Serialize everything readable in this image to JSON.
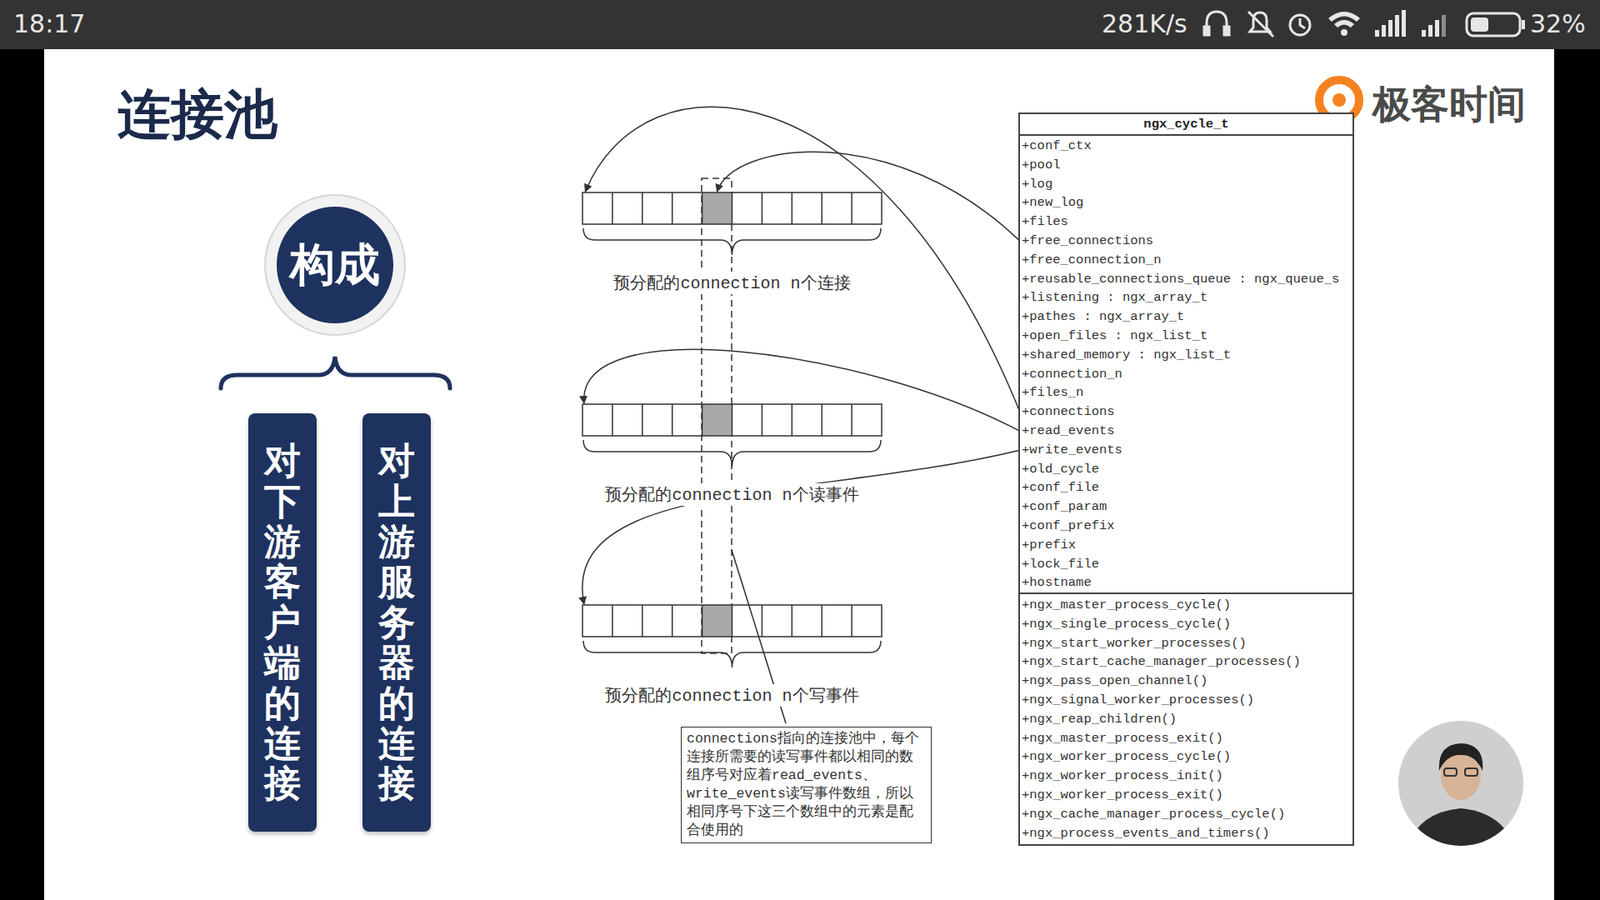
{
  "diagram": {
    "title": "连接池",
    "nodes": [
      {
        "text": [
          "构成"
        ]
      },
      {
        "text": [
          "对下游客户端的连接"
        ]
      },
      {
        "text": [
          "对上游服务器的连接"
        ]
      },
      {
        "text": [
          "预分配的connection n个连接"
        ]
      },
      {
        "text": [
          "预分配的connection n个读事件"
        ]
      },
      {
        "text": [
          "预分配的connection n个写事件"
        ]
      },
      {
        "text": [
          "connections指向的连接池中，每个连接所需要的读写事件都以相同的数组序号对应着read_events、write_events读写事件数组，所以相同序号下这三个数组中的元素是配合使用的"
        ]
      },
      {
        "text": [
          "ngx_cycle_t"
        ]
      },
      {
        "text": [
          "+conf_ctx"
        ],
        "in": 7
      },
      {
        "text": [
          "+pool"
        ],
        "in": 7
      },
      {
        "text": [
          "+log"
        ],
        "in": 7
      },
      {
        "text": [
          "+new_log"
        ],
        "in": 7
      },
      {
        "text": [
          "+files"
        ],
        "in": 7
      },
      {
        "text": [
          "+free_connections"
        ],
        "in": 7
      },
      {
        "text": [
          "+free_connection_n"
        ],
        "in": 7
      },
      {
        "text": [
          "+reusable_connections_queue : ngx_queue_s"
        ],
        "in": 7
      },
      {
        "text": [
          "+listening : ngx_array_t"
        ],
        "in": 7
      },
      {
        "text": [
          "+pathes : ngx_array_t"
        ],
        "in": 7
      },
      {
        "text": [
          "+open_files : ngx_list_t"
        ],
        "in": 7
      },
      {
        "text": [
          "+shared_memory : ngx_list_t"
        ],
        "in": 7
      },
      {
        "text": [
          "+connection_n"
        ],
        "in": 7
      },
      {
        "text": [
          "+files_n"
        ],
        "in": 7
      },
      {
        "text": [
          "+connections"
        ],
        "in": 7
      },
      {
        "text": [
          "+read_events"
        ],
        "in": 7
      },
      {
        "text": [
          "+write_events"
        ],
        "in": 7
      },
      {
        "text": [
          "+old_cycle"
        ],
        "in": 7
      },
      {
        "text": [
          "+conf_file"
        ],
        "in": 7
      },
      {
        "text": [
          "+conf_param"
        ],
        "in": 7
      },
      {
        "text": [
          "+conf_prefix"
        ],
        "in": 7
      },
      {
        "text": [
          "+prefix"
        ],
        "in": 7
      },
      {
        "text": [
          "+lock_file"
        ],
        "in": 7
      },
      {
        "text": [
          "+hostname"
        ],
        "in": 7
      },
      {
        "text": [
          "+ngx_master_process_cycle()"
        ],
        "in": 7
      },
      {
        "text": [
          "+ngx_single_process_cycle()"
        ],
        "in": 7
      },
      {
        "text": [
          "+ngx_start_worker_processes()"
        ],
        "in": 7
      },
      {
        "text": [
          "+ngx_start_cache_manager_processes()"
        ],
        "in": 7
      },
      {
        "text": [
          "+ngx_pass_open_channel()"
        ],
        "in": 7
      },
      {
        "text": [
          "+ngx_signal_worker_processes()"
        ],
        "in": 7
      },
      {
        "text": [
          "+ngx_reap_children()"
        ],
        "in": 7
      },
      {
        "text": [
          "+ngx_master_process_exit()"
        ],
        "in": 7
      },
      {
        "text": [
          "+ngx_worker_process_cycle()"
        ],
        "in": 7
      },
      {
        "text": [
          "+ngx_worker_process_init()"
        ],
        "in": 7
      },
      {
        "text": [
          "+ngx_worker_process_exit()"
        ],
        "in": 7
      },
      {
        "text": [
          "+ngx_cache_manager_process_cycle()"
        ],
        "in": 7
      },
      {
        "text": [
          "+ngx_process_events_and_timers()"
        ],
        "in": 7
      }
    ],
    "edges": [
      {
        "from": 13,
        "to": 3,
        "arrow": "to"
      },
      {
        "from": 22,
        "to": 3,
        "arrow": "to"
      },
      {
        "from": 23,
        "to": 4,
        "arrow": "to"
      },
      {
        "from": 24,
        "to": 5,
        "arrow": "to"
      }
    ],
    "labels": [
      "极客时间",
      "18:17",
      "281K/s",
      "32%"
    ]
  }
}
